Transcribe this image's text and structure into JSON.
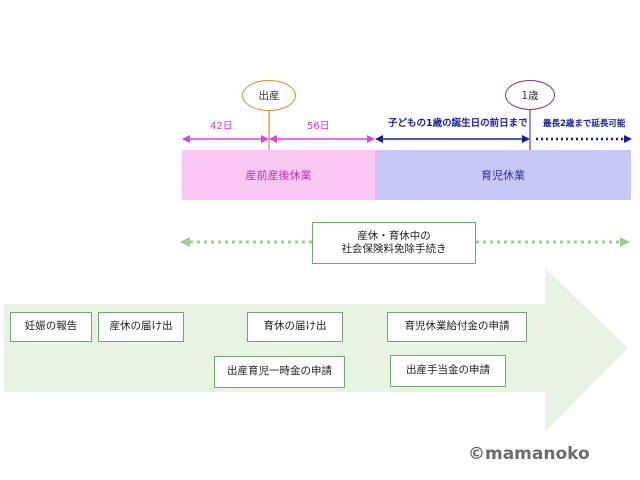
{
  "timeline": {
    "birth_marker": "出産",
    "one_year_marker": "1歳",
    "days_42": "42日",
    "days_56": "56日",
    "until_first_birthday": "子どもの1歳の誕生日の前日まで",
    "extension": "最長2歳まで延長可能",
    "maternity_leave": "産前産後休業",
    "childcare_leave": "育児休業"
  },
  "insurance_exemption": {
    "line1": "産休・育休中の",
    "line2": "社会保険料免除手続き"
  },
  "procedures": {
    "pregnancy_report": "妊娠の報告",
    "maternity_leave_notice": "産休の届け出",
    "childcare_leave_notice": "育休の届け出",
    "childcare_benefit_application": "育児休業給付金の申請",
    "lump_sum_birth_allowance": "出産育児一時金の申請",
    "childbirth_allowance": "出産手当金の申請"
  },
  "watermark": "©mamanoko",
  "colors": {
    "pink_arrow": "#e040e0",
    "pink_band": "#fbc8f4",
    "blue_arrow": "#1a1aa0",
    "blue_band": "#c8c8f8",
    "green_arrow": "#e8f3e3",
    "green_border": "#6fa96f",
    "green_dots": "#9fce8f",
    "marker_orange": "#d98a3a",
    "marker_purple": "#7a3a8a"
  }
}
